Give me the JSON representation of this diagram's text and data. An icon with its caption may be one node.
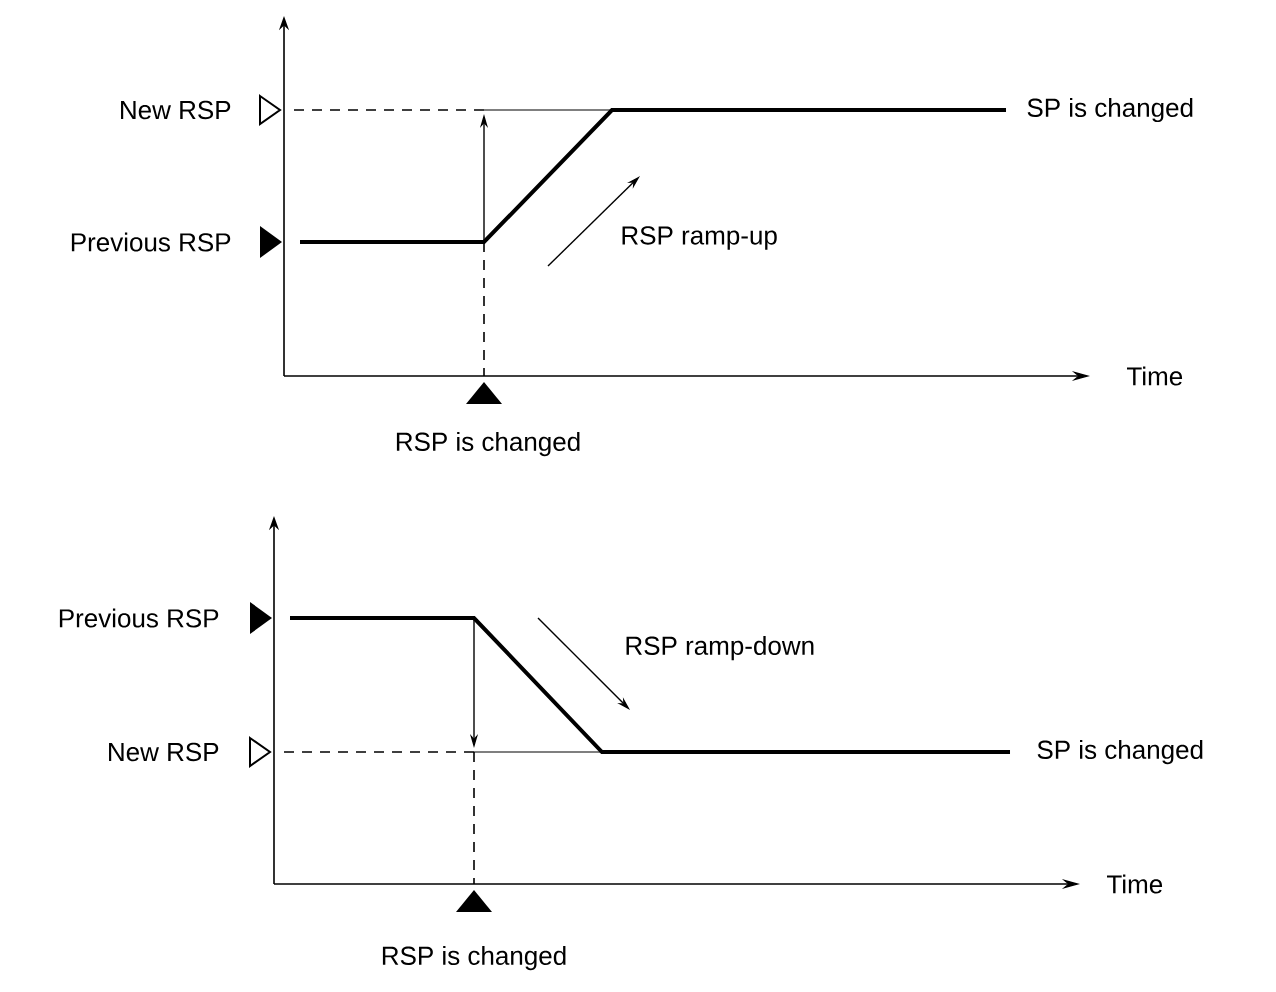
{
  "diagram": {
    "labels": [
      "New RSP",
      "SP is changed",
      "Previous RSP",
      "RSP ramp-up",
      "Time",
      "RSP is changed",
      "Previous RSP",
      "RSP ramp-down",
      "New RSP",
      "SP is changed",
      "Time",
      "RSP is changed"
    ]
  }
}
